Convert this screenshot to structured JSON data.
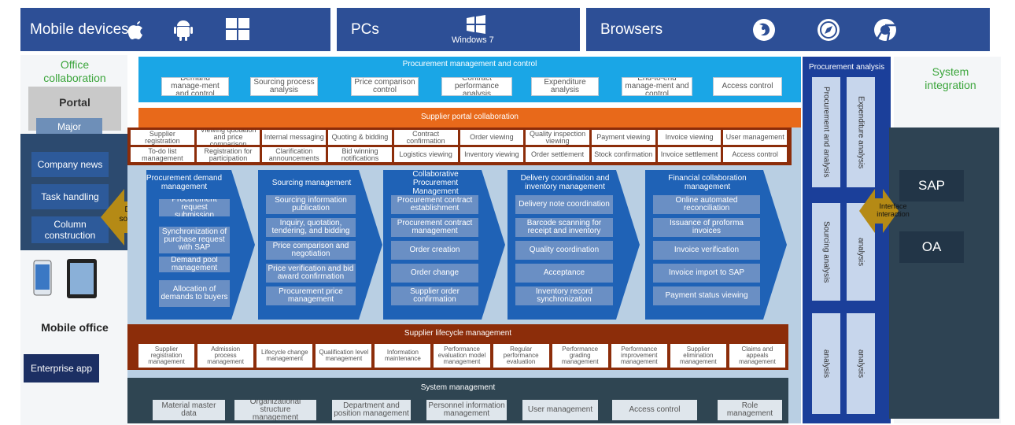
{
  "platforms": {
    "mobile": {
      "label": "Mobile devices",
      "icons": [
        "apple-icon",
        "android-icon",
        "windows-icon"
      ]
    },
    "pcs": {
      "label": "PCs",
      "windows": "Windows 7"
    },
    "browsers": {
      "label": "Browsers",
      "icons": [
        "firefox-icon",
        "safari-icon",
        "chrome-icon"
      ]
    }
  },
  "left": {
    "office_collab": "Office collaboration",
    "portal": "Portal",
    "major": "Major announcements",
    "items": [
      "Company news",
      "Task handling",
      "Column construction"
    ],
    "mobile_office": "Mobile office",
    "enterprise_app": "Enterprise app",
    "data_sources": "Data sources"
  },
  "procurement_mgmt": {
    "title": "Procurement management and control",
    "items": [
      "Demand manage-ment and control",
      "Sourcing process analysis",
      "Price comparison control",
      "Contract performance analysis",
      "Expenditure analysis",
      "End-to-end manage-ment and control",
      "Access control"
    ]
  },
  "supplier_portal": {
    "title": "Supplier portal collaboration",
    "row1": [
      "Supplier registration",
      "Viewing quotation and price comparison",
      "Internal messaging",
      "Quoting & bidding",
      "Contract confirmation",
      "Order viewing",
      "Quality inspection viewing",
      "Payment viewing",
      "Invoice viewing",
      "User management"
    ],
    "row2": [
      "To-do list management",
      "Registration for participation",
      "Clarification announcements",
      "Bid winning notifications",
      "Logistics viewing",
      "Inventory viewing",
      "Order settlement",
      "Stock confirmation",
      "Invoice settlement",
      "Access control"
    ]
  },
  "process": [
    {
      "title": "Procurement demand management",
      "items": [
        "Procurement request submission",
        "Synchronization of purchase request with SAP",
        "Demand pool management",
        "Allocation of demands to buyers"
      ]
    },
    {
      "title": "Sourcing management",
      "items": [
        "Sourcing information publication",
        "Inquiry, quotation, tendering, and bidding",
        "Price comparison and negotiation",
        "Price verification and bid award confirmation",
        "Procurement price management"
      ]
    },
    {
      "title": "Collaborative Procurement Management",
      "items": [
        "Procurement contract establishment",
        "Procurement contract management",
        "Order creation",
        "Order change",
        "Supplier order confirmation"
      ]
    },
    {
      "title": "Delivery coordination and inventory management",
      "items": [
        "Delivery note coordination",
        "Barcode scanning for receipt and inventory",
        "Quality coordination",
        "Acceptance",
        "Inventory record synchronization"
      ]
    },
    {
      "title": "Financial collaboration management",
      "items": [
        "Online automated reconciliation",
        "Issuance of proforma invoices",
        "Invoice verification",
        "Invoice import to SAP",
        "Payment status viewing"
      ]
    }
  ],
  "lifecycle": {
    "title": "Supplier lifecycle management",
    "items": [
      "Supplier registration management",
      "Admission process management",
      "Lifecycle change management",
      "Qualification level management",
      "Information maintenance",
      "Performance evaluation model management",
      "Regular performance evaluation",
      "Performance grading management",
      "Performance improvement management",
      "Supplier elimination management",
      "Claims and appeals management"
    ]
  },
  "system_mgmt": {
    "title": "System management",
    "items": [
      "Material master data",
      "Organizational structure management",
      "Department and position management",
      "Personnel information management",
      "User management",
      "Access control",
      "Role management"
    ]
  },
  "analysis": {
    "title": "Procurement analysis",
    "cols": [
      "Procurement and analysis",
      "Expenditure analysis",
      "Sourcing analysis",
      "analysis",
      "analysis",
      "analysis"
    ]
  },
  "integration": {
    "title": "System integration",
    "interface": "Interface interaction",
    "sap": "SAP",
    "oa": "OA"
  },
  "colors": {
    "nav": "#2d4f96",
    "cyan": "#1aa6e6",
    "orange": "#e8691a",
    "brown": "#8c2d0a",
    "chevron": "#1f62b6",
    "dark": "#2f4552",
    "green": "#4bb84b",
    "gold": "#b58a15"
  }
}
